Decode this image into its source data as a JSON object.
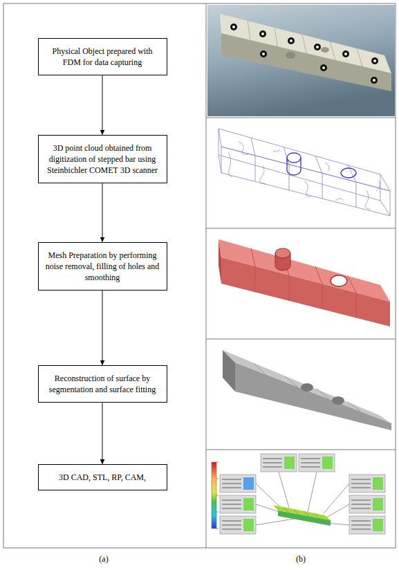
{
  "diagram": {
    "nodes": [
      {
        "text": [
          "Physical Object prepared with FDM for data capturing"
        ]
      },
      {
        "text": [
          "3D point cloud obtained from digitization of stepped bar using Steinbichler COMET 3D scanner"
        ]
      },
      {
        "text": [
          "Mesh Preparation by performing noise removal, filling of holes and smoothing"
        ]
      },
      {
        "text": [
          "Reconstruction of surface by segmentation and surface fitting"
        ]
      },
      {
        "text": [
          "3D CAD, STL, RP, CAM,"
        ]
      }
    ],
    "edges": [
      {
        "from": 0,
        "to": 1,
        "arrow": "to"
      },
      {
        "from": 1,
        "to": 2,
        "arrow": "to"
      },
      {
        "from": 2,
        "to": 3,
        "arrow": "to"
      },
      {
        "from": 3,
        "to": 4,
        "arrow": "to"
      }
    ],
    "labels": [
      "(a)",
      "(b)"
    ]
  }
}
